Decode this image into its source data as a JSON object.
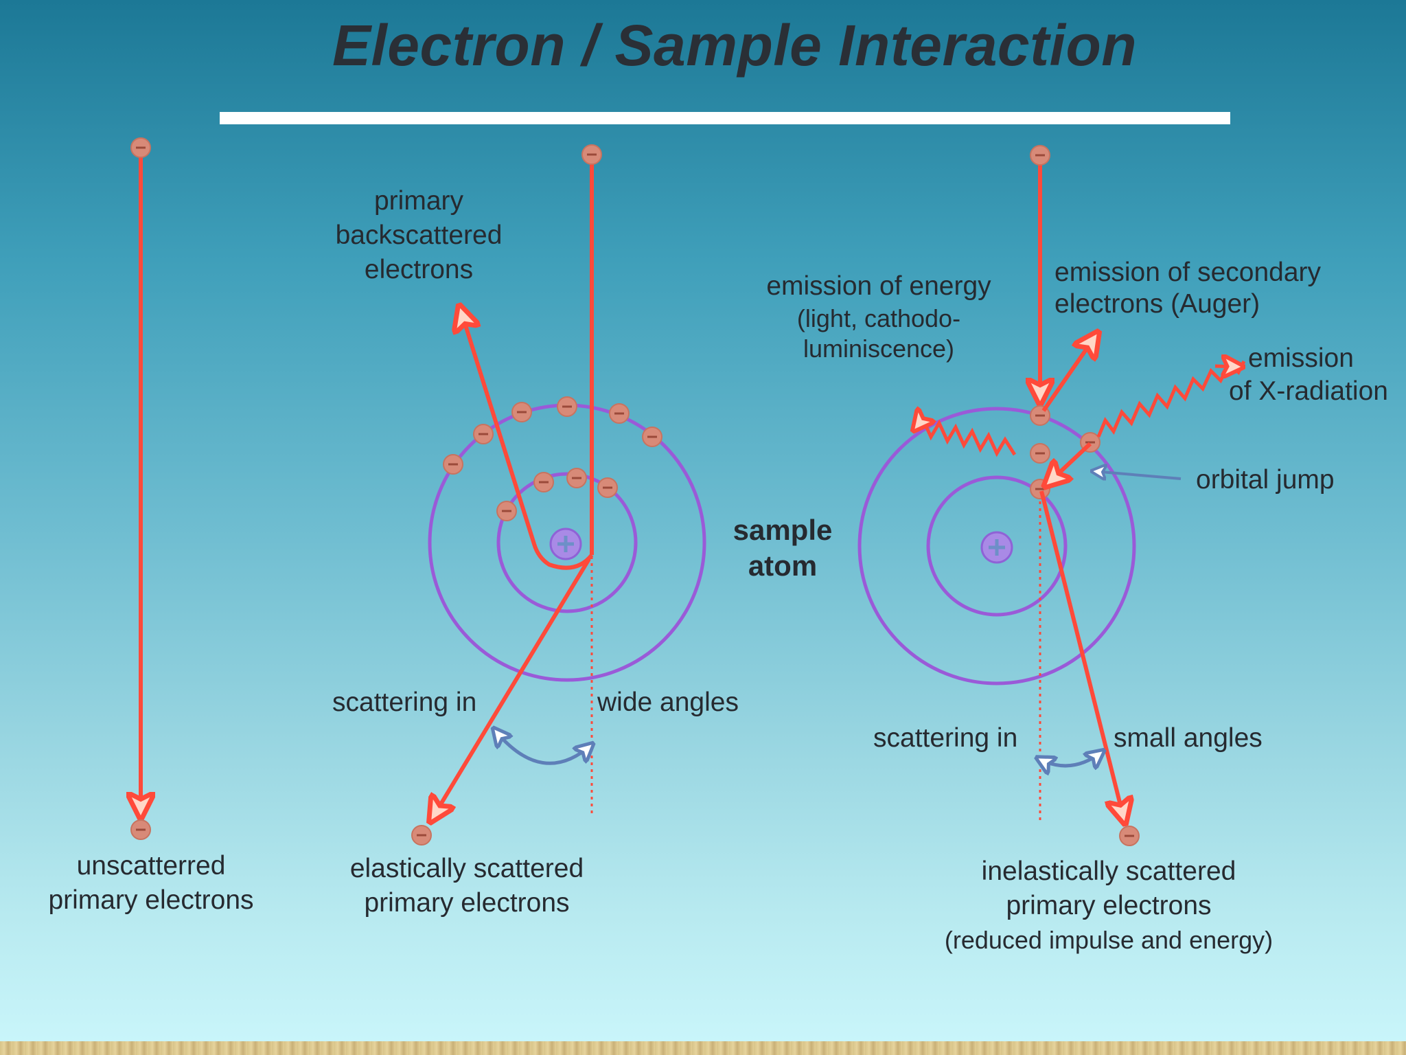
{
  "title": "Electron / Sample Interaction",
  "labels": {
    "unscattered": [
      "unscatterred",
      "primary electrons"
    ],
    "backscattered": [
      "primary",
      "backscattered",
      "electrons"
    ],
    "elastic": [
      "elastically scattered",
      "primary electrons"
    ],
    "scattering_in_wide": "scattering in",
    "wide_angles": "wide angles",
    "sample_atom": [
      "sample",
      "atom"
    ],
    "energy_emission": [
      "emission of energy",
      "(light, cathodo-",
      "luminiscence)"
    ],
    "secondary_emission": [
      "emission of secondary",
      "electrons (Auger)"
    ],
    "xray_emission": [
      "emission",
      "of X-radiation"
    ],
    "orbital_jump": "orbital jump",
    "scattering_in_small": "scattering in",
    "small_angles": "small angles",
    "inelastic": [
      "inelastically scattered",
      "primary electrons",
      "(reduced impulse and energy)"
    ]
  },
  "colors": {
    "electron_path": "#ff4a3a",
    "orbit": "#9a5ad8",
    "electron": "#d88a78",
    "angle_arrow": "#5e7fb8",
    "title_rule": "#ffffff"
  },
  "icons": {
    "electron": "minus-circle",
    "nucleus": "plus-circle"
  }
}
